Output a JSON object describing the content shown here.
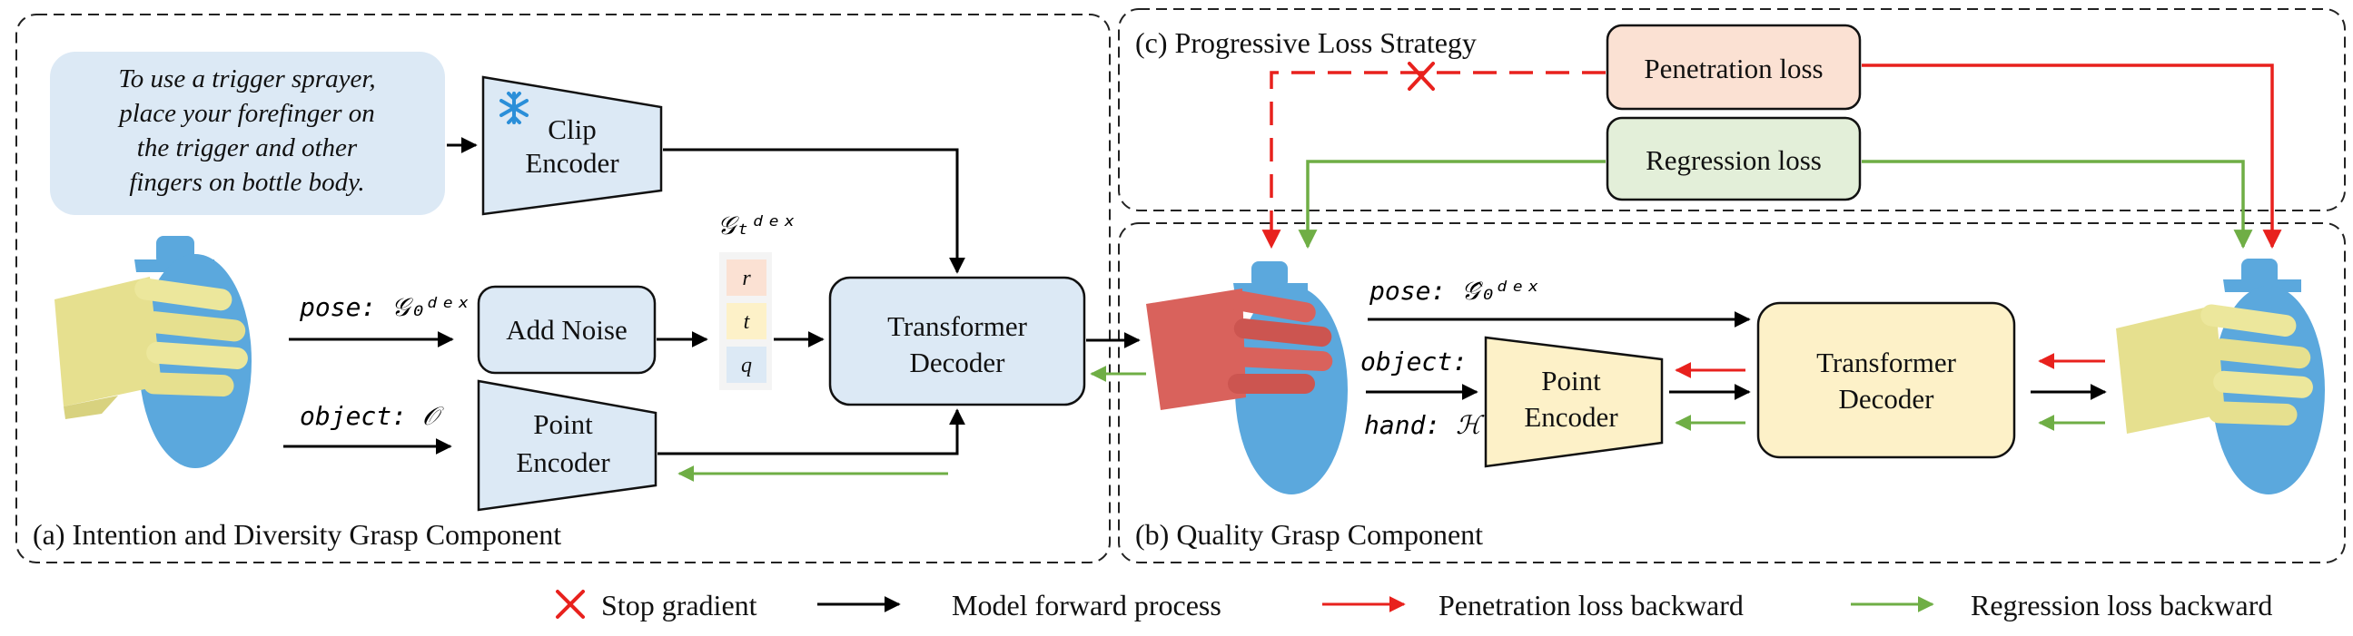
{
  "panels": {
    "a": "(a) Intention and Diversity Grasp Component",
    "b": "(b) Quality Grasp Component",
    "c": "(c) Progressive Loss Strategy"
  },
  "instruction": [
    "To use a trigger sprayer,",
    "place your forefinger on",
    "the trigger and other",
    "fingers on bottle body."
  ],
  "icons": {
    "frozen": "snowflake-icon",
    "stop": "stop-gradient-x-icon"
  },
  "colors": {
    "forward": "#000000",
    "penetration": "#e8211d",
    "regression": "#6fae45",
    "module_blue": "#dce9f5",
    "module_yellow": "#fdf1c8",
    "penetration_box": "#fbe1d3",
    "regression_box": "#e3efd9"
  },
  "modules": {
    "clip": [
      "Clip",
      "Encoder"
    ],
    "add_noise": "Add Noise",
    "point_encoder_a": [
      "Point",
      "Encoder"
    ],
    "transformer_a": [
      "Transformer",
      "Decoder"
    ],
    "point_encoder_b": [
      "Point",
      "Encoder"
    ],
    "transformer_b": [
      "Transformer",
      "Decoder"
    ],
    "penetration_loss": "Penetration loss",
    "regression_loss": "Regression loss"
  },
  "inputs": {
    "pose_a": "pose: 𝒢₀ᵈᵉˣ",
    "object_a": "object: 𝒪",
    "noisy_pose": "𝒢ₜᵈᵉˣ",
    "token_r": "r",
    "token_t": "t",
    "token_q": "q",
    "pose_b": "pose: 𝒢̂₀ᵈᵉˣ",
    "object_b": "object: 𝒪",
    "hand_b": "hand: ℋ"
  },
  "legend": [
    {
      "label": "Stop gradient",
      "kind": "stop"
    },
    {
      "label": "Model forward process",
      "kind": "forward"
    },
    {
      "label": "Penetration loss backward",
      "kind": "penetration"
    },
    {
      "label": "Regression loss backward",
      "kind": "regression"
    }
  ]
}
